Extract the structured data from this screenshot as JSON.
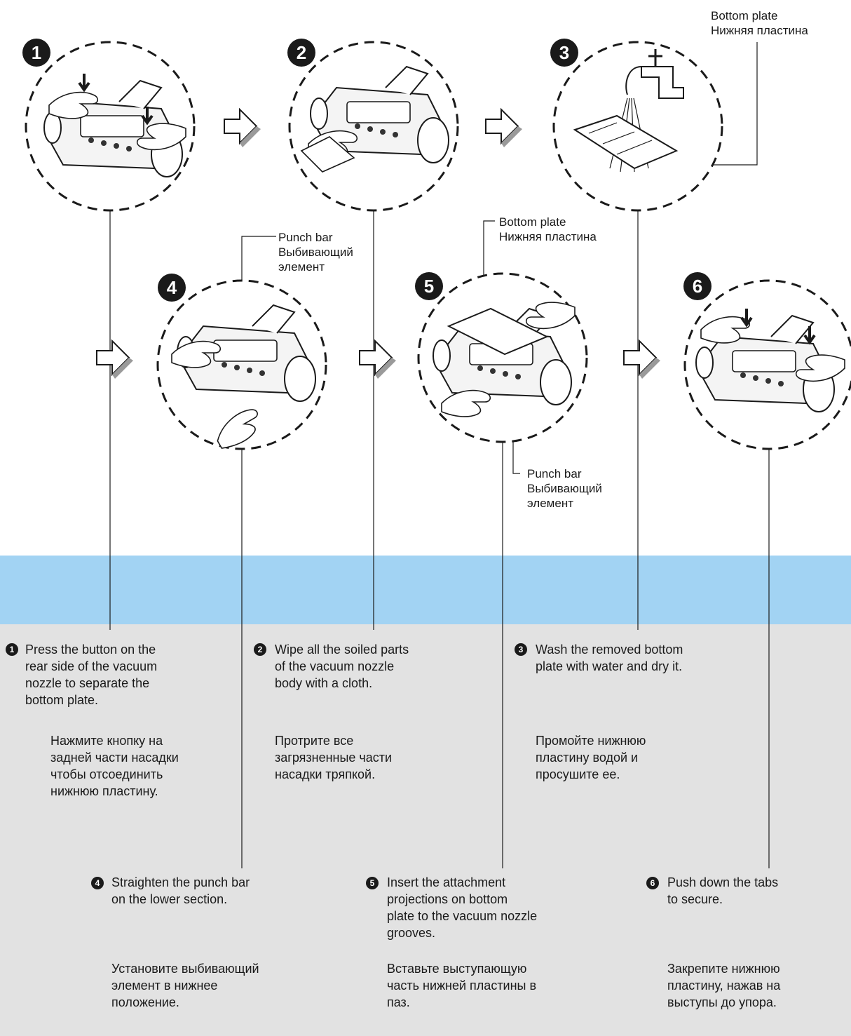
{
  "labels": {
    "top_right_en": "Bottom plate",
    "top_right_ru": "Нижняя пластина",
    "punch4_en": "Punch bar",
    "punch4_ru": "Выбивающий\nэлемент",
    "bottom5_en": "Bottom plate",
    "bottom5_ru": "Нижняя пластина",
    "punch5_en": "Punch bar",
    "punch5_ru": "Выбивающий\nэлемент"
  },
  "steps": [
    {
      "num": "1",
      "en": "Press the button on the\nrear side of the vacuum\nnozzle to separate the\nbottom plate.",
      "ru": "Нажмите кнопку на\nзадней части насадки\nчтобы отсоединить\nнижнюю пластину."
    },
    {
      "num": "2",
      "en": "Wipe all the soiled parts\nof the vacuum nozzle\nbody with a cloth.",
      "ru": "Протрите все\nзагрязненные части\nнасадки тряпкой."
    },
    {
      "num": "3",
      "en": "Wash the removed bottom\nplate with water and dry it.",
      "ru": "Промойте нижнюю\nпластину водой и\nпросушите ее."
    },
    {
      "num": "4",
      "en": "Straighten the punch bar\non the lower section.",
      "ru": "Установите выбивающий\nэлемент в нижнее\nположение."
    },
    {
      "num": "5",
      "en": "Insert the attachment\nprojections on bottom\nplate to the vacuum nozzle\ngrooves.",
      "ru": "Вставьте выступающую\nчасть нижней пластины в\nпаз."
    },
    {
      "num": "6",
      "en": "Push down the tabs\nto secure.",
      "ru": "Закрепите нижнюю\nпластину, нажав на\nвыступы до упора."
    }
  ],
  "colors": {
    "band": "#a2d3f3",
    "panel": "#e2e2e2",
    "ink": "#1a1a1a"
  }
}
